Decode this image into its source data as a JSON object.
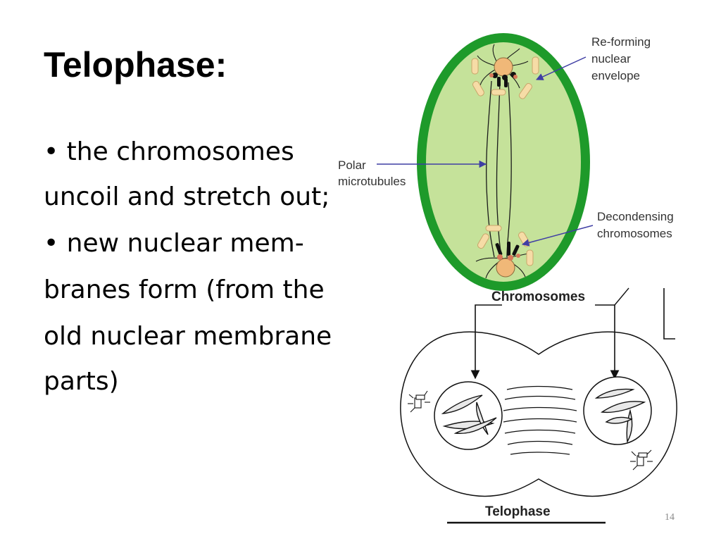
{
  "slide": {
    "title": "Telophase:",
    "text_lines": [
      "• the chromosomes",
      "uncoil and stretch out;",
      "• new nuclear mem-",
      "branes form (from the",
      "old nuclear membrane",
      "parts)"
    ],
    "page_number": "14"
  },
  "diagram_top": {
    "labels": {
      "reforming_envelope": [
        "Re-forming",
        "nuclear",
        "envelope"
      ],
      "polar_microtubules": [
        "Polar",
        "microtubules"
      ],
      "decondensing": [
        "Decondensing",
        "chromosomes"
      ]
    },
    "colors": {
      "cell_wall": "#1e9a2a",
      "cytoplasm": "#c5e29a",
      "centrosome": "#f0b878",
      "vesicle": "#f6dca6",
      "arrow": "#3f3ea4"
    }
  },
  "diagram_bottom": {
    "label_top": "Chromosomes",
    "label_bottom": "Telophase"
  }
}
